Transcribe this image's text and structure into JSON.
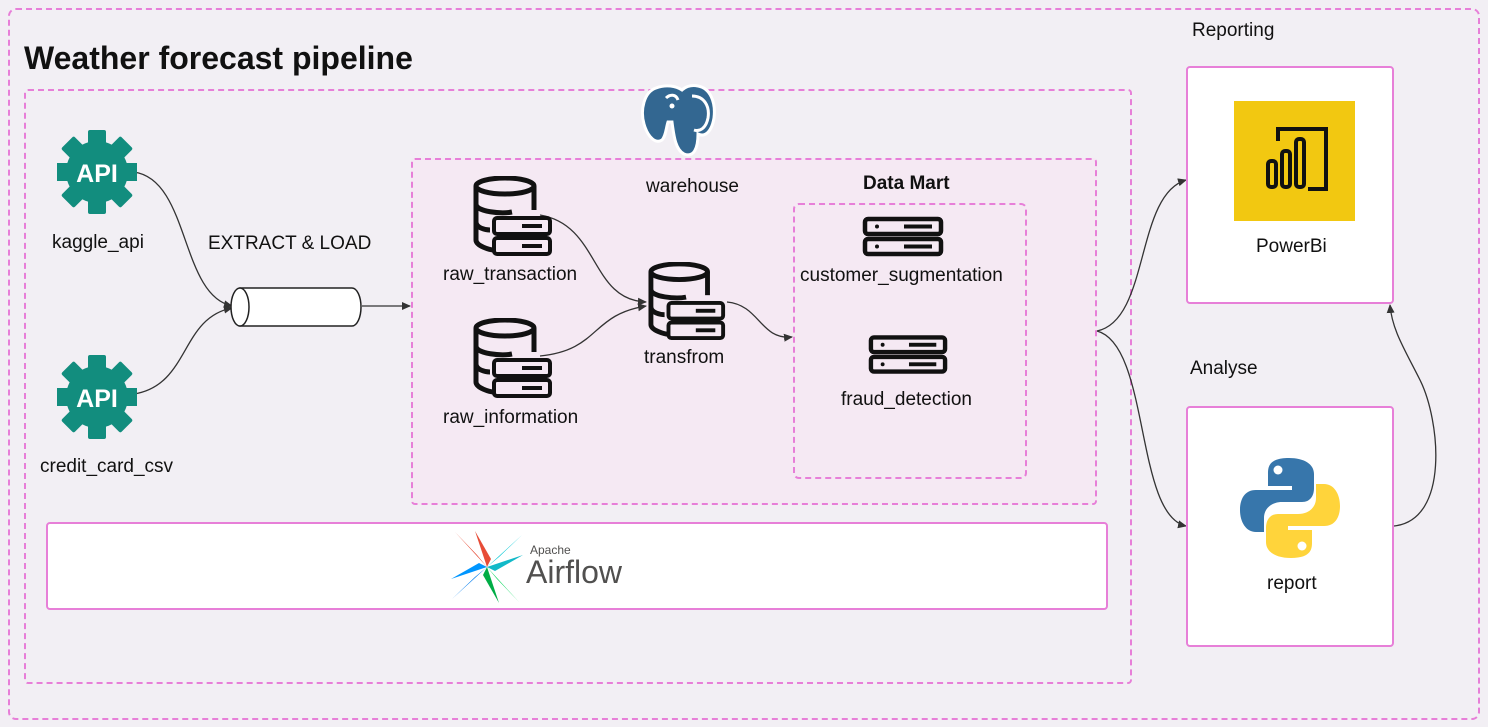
{
  "title": "Weather forecast pipeline",
  "sources": {
    "kaggle_api": "kaggle_api",
    "credit_card_csv": "credit_card_csv",
    "api_glyph": "API"
  },
  "extract_load": "EXTRACT & LOAD",
  "warehouse": {
    "label": "warehouse",
    "raw_transaction": "raw_transaction",
    "raw_information": "raw_information",
    "transform": "transfrom"
  },
  "data_mart": {
    "title": "Data Mart",
    "customer_segmentation": "customer_sugmentation",
    "fraud_detection": "fraud_detection"
  },
  "orchestrator": {
    "brand_small": "Apache",
    "brand_large": "Airflow"
  },
  "reporting": {
    "section_label": "Reporting",
    "tool": "PowerBi"
  },
  "analyse": {
    "section_label": "Analyse",
    "tool": "report"
  },
  "colors": {
    "background": "#f2eff4",
    "dashed_border": "#e77fd8",
    "api_green": "#128d7e",
    "postgres_blue": "#336791",
    "powerbi_yellow": "#f2c811",
    "python_blue": "#3776ab",
    "python_yellow": "#ffd43b"
  },
  "icons": [
    "api-gear-icon",
    "pipe-icon",
    "database-icon",
    "server-icon",
    "postgres-elephant-icon",
    "airflow-pinwheel-icon",
    "powerbi-icon",
    "python-icon"
  ]
}
